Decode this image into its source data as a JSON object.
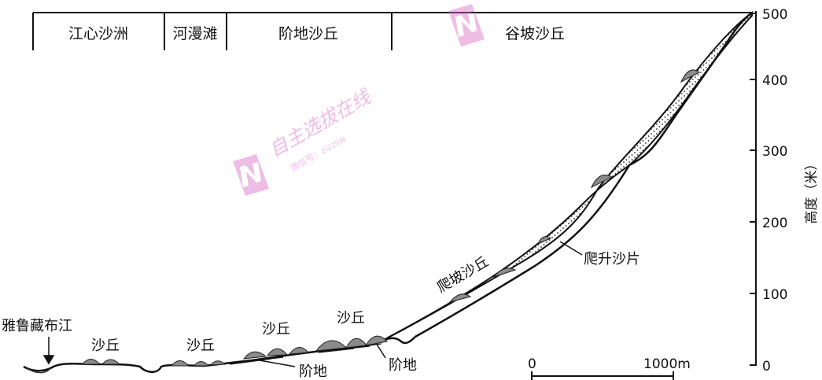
{
  "zones": [
    "江心沙洲",
    "河漫滩",
    "阶地沙丘",
    "谷坡沙丘"
  ],
  "axis": {
    "label": "高度（米）",
    "ticks": [
      "500",
      "400",
      "300",
      "200",
      "100",
      "0"
    ]
  },
  "scale_bar": {
    "start": "0",
    "end": "1000m"
  },
  "labels": {
    "river": "雅鲁藏布江",
    "dune_1": "沙丘",
    "dune_2": "沙丘",
    "dune_3": "沙丘",
    "dune_4": "沙丘",
    "terrace_1": "阶地",
    "terrace_2": "阶地",
    "climbing_dune": "爬坡沙丘",
    "climbing_sheet": "爬升沙片"
  },
  "watermark": {
    "text": "自主选拔在线",
    "sub": "微信号：zizzsw"
  }
}
